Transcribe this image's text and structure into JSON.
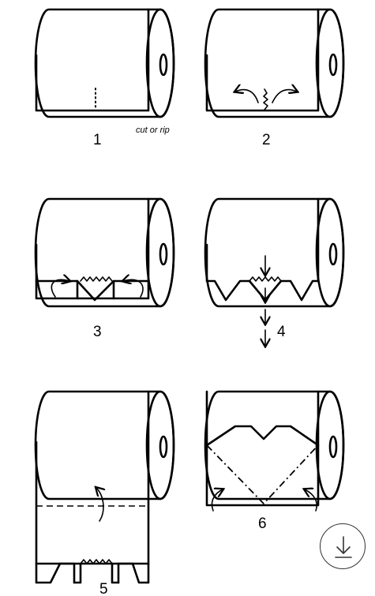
{
  "steps": [
    {
      "number": "1",
      "caption": "cut or rip"
    },
    {
      "number": "2"
    },
    {
      "number": "3"
    },
    {
      "number": "4"
    },
    {
      "number": "5"
    },
    {
      "number": "6"
    }
  ],
  "download_icon": "download-arrow-icon"
}
